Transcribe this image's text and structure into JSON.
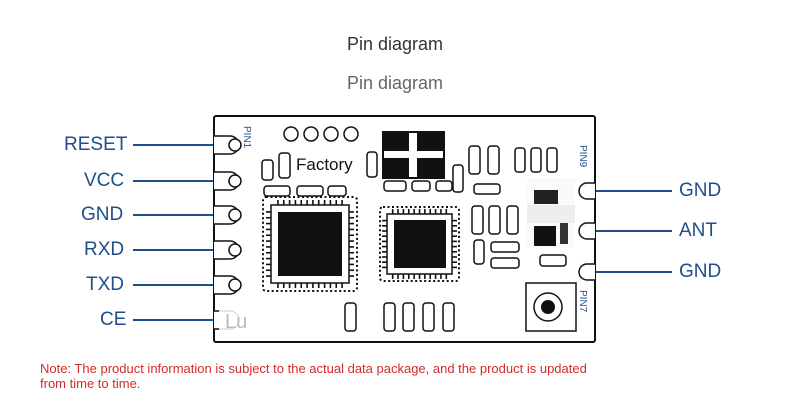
{
  "titles": {
    "primary": "Pin diagram",
    "secondary": "Pin diagram"
  },
  "left_pins": [
    "RESET",
    "VCC",
    "GND",
    "RXD",
    "TXD",
    "CE"
  ],
  "right_pins": [
    "GND",
    "ANT",
    "GND"
  ],
  "board": {
    "pin1_label": "PIN1",
    "pin9_label": "PIN9",
    "pin7_label": "PIN7",
    "silk_text": "Factory",
    "corner_text": "Lu"
  },
  "note": "Note: The product information is subject to the actual data package, and the product is updated from time to time.",
  "colors": {
    "label": "#1f4e8c",
    "note": "#d42a2a",
    "board_ink": "#111111"
  }
}
